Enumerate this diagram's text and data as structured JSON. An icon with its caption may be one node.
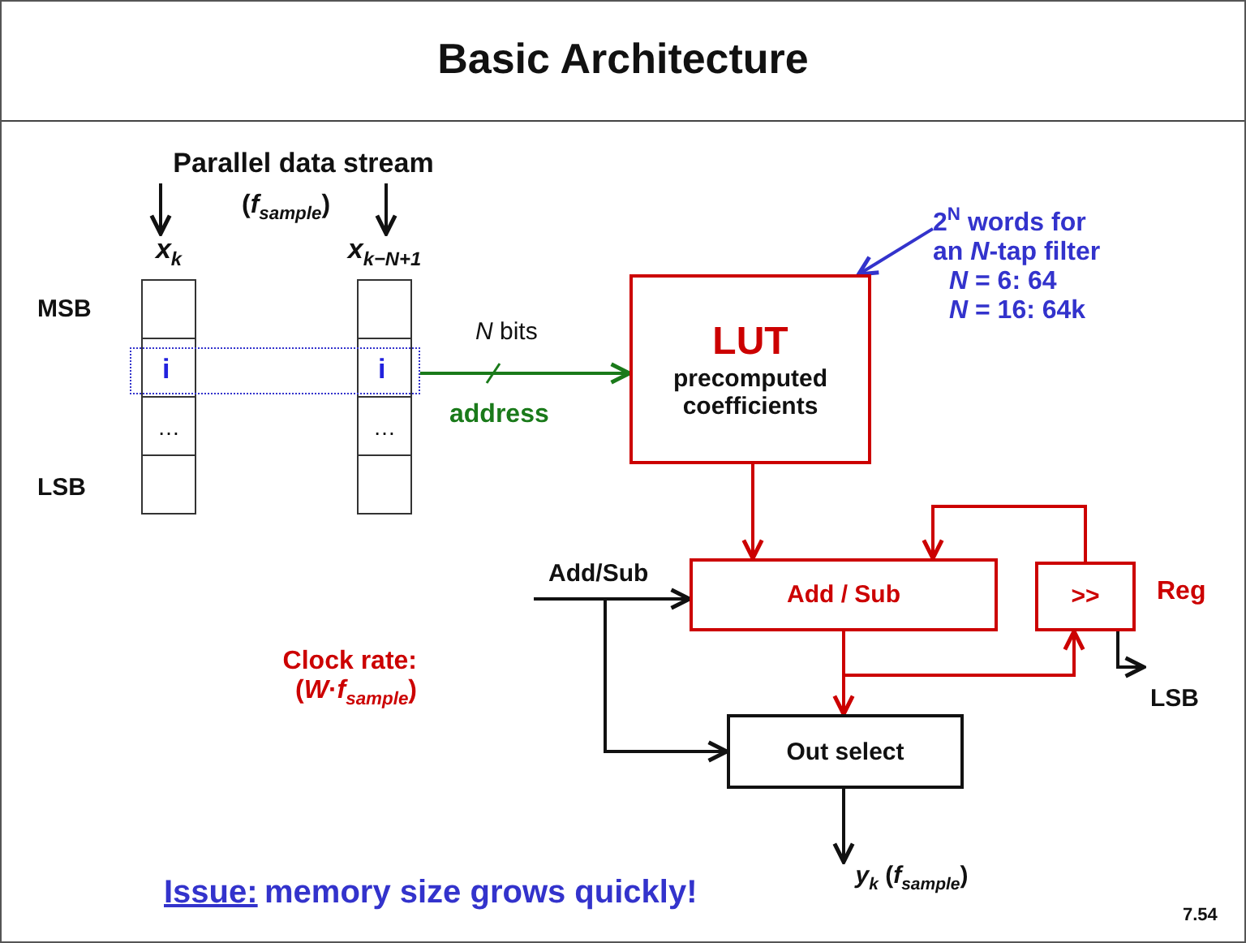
{
  "diagram": {
    "title": "Basic Architecture",
    "nodes": [
      {
        "text": [
          "Parallel data stream"
        ]
      },
      {
        "text": [
          "*x*$_{k}$",
          "…"
        ]
      },
      {
        "text": [
          "*x*$_{k−N+1}$",
          "…"
        ]
      },
      {
        "text": [
          "i",
          "i"
        ]
      },
      {
        "text": [
          "LUT",
          "precomputed coefficients"
        ]
      },
      {
        "text": [
          "Add / Sub"
        ]
      },
      {
        "text": [
          ">>"
        ],
        "beside": [
          "Reg"
        ]
      },
      {
        "text": [
          "Out select"
        ]
      },
      {
        "text": [
          "*y*$_{k}$   (*f*$_{sample}$)"
        ]
      },
      {
        "text": [
          "LSB"
        ]
      },
      {
        "text": [
          "2$^{N}$ words for an *N*-tap filter",
          "*N* = 6: 64",
          "*N* = 16: 64k"
        ]
      }
    ],
    "edges": [
      {
        "from": 0,
        "to": 1,
        "arrow": "to"
      },
      {
        "from": 0,
        "to": 2,
        "arrow": "to"
      },
      {
        "from": 3,
        "to": 4,
        "arrow": "to",
        "label": "*N* bits",
        "color": "#1a7a1a"
      },
      {
        "from": 4,
        "to": 5,
        "arrow": "to",
        "color": "#cc0000"
      },
      {
        "from": 5,
        "to": 7,
        "arrow": "to",
        "color": "#cc0000"
      },
      {
        "from": 5,
        "to": 6,
        "arrow": "to",
        "color": "#cc0000"
      },
      {
        "from": 6,
        "to": 5,
        "arrow": "to",
        "color": "#cc0000"
      },
      {
        "from": 6,
        "to": 9,
        "arrow": "to"
      },
      {
        "from": null,
        "to": 5,
        "arrow": "to",
        "label": "Add/Sub"
      },
      {
        "from": null,
        "to": 7,
        "arrow": "to"
      },
      {
        "from": 7,
        "to": 8,
        "arrow": "to"
      },
      {
        "from": 10,
        "to": 4,
        "arrow": "to",
        "color": "#3333cc"
      }
    ],
    "labels": [
      "(*f*$_{sample}$)",
      "MSB",
      "LSB",
      "address",
      "Clock rate: (*W*·*f*$_{sample}$)",
      "Issue:",
      "memory size grows quickly!",
      "7.54"
    ]
  }
}
